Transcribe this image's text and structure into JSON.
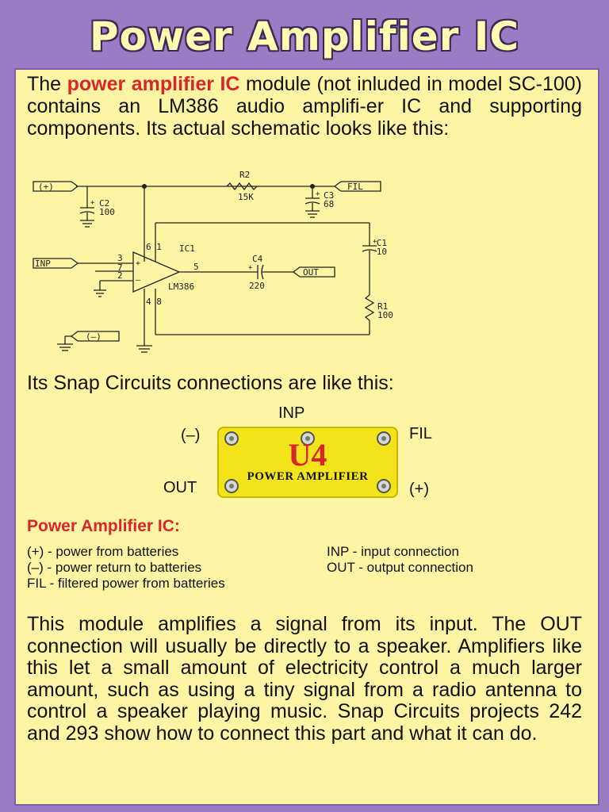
{
  "title": "Power Amplifier IC",
  "intro": {
    "lead": "The ",
    "highlight": "power amplifier IC",
    "rest": " module (not inluded in model SC-100) contains an LM386 audio amplifi-er IC and supporting components.  Its actual schematic looks like this:"
  },
  "schematic": {
    "plus_terminal": "(+)",
    "fil_terminal": "FIL",
    "inp_terminal": "INP",
    "out_terminal": "OUT",
    "minus_terminal": "(–)",
    "r2_name": "R2",
    "r2_value": "15K",
    "c2_name": "C2",
    "c2_value": "100",
    "c3_name": "C3",
    "c3_value": "68",
    "c1_name": "C1",
    "c1_value": "10",
    "c4_name": "C4",
    "c4_value": "220",
    "r1_name": "R1",
    "r1_value": "100",
    "ic_name": "IC1",
    "ic_part": "LM386",
    "pin_61": "6 1",
    "pin_3": "3",
    "pin_7": "7",
    "pin_2": "2",
    "pin_5": "5",
    "pin_48": "4 8",
    "plus_sign": "+",
    "minus_sign": "–"
  },
  "connections_text": "Its Snap Circuits connections are like this:",
  "module": {
    "label_inp": "INP",
    "label_minus": "(–)",
    "label_fil": "FIL",
    "label_out": "OUT",
    "label_plus": "(+)",
    "part_id": "U4",
    "part_name": "POWER AMPLIFIER"
  },
  "legend_heading": "Power Amplifier IC:",
  "legend": {
    "plus": "(+) - power from batteries",
    "inp": "INP - input connection",
    "minus": "(–) - power return to batteries",
    "out": "OUT - output connection",
    "fil": "FIL - filtered power from batteries"
  },
  "closing": "This module amplifies a signal from its input.  The OUT connection will usually be directly to a speaker.  Amplifiers like this let a small amount of electricity control a much larger amount, such as using a tiny signal from a radio antenna to control a speaker playing music.  Snap Circuits projects 242 and 293 show how to connect this part and what it can do.",
  "colors": {
    "background": "#9a7cc4",
    "panel": "#fdf4a4",
    "title_text": "#fffbb0",
    "accent_red": "#d9262c",
    "module_yellow": "#f3e41a"
  }
}
